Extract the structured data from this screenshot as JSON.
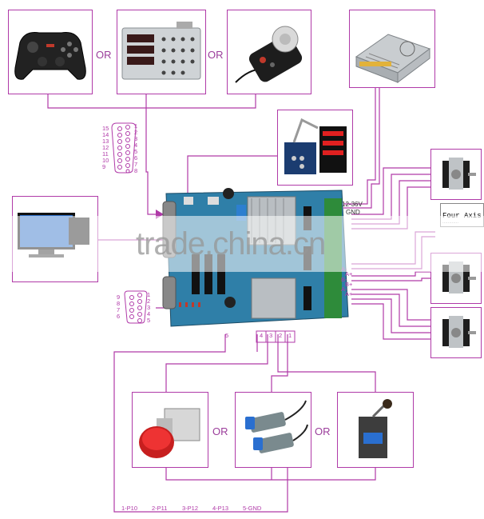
{
  "labels": {
    "or_1": "OR",
    "or_2": "OR",
    "or_3": "OR",
    "or_4": "OR",
    "power_voltage": "12-36V",
    "power_gnd": "GND",
    "motor_label_1": "Four Axis",
    "motor_label_2": "............",
    "axis_signal_1": "A-",
    "axis_signal_2": "A+",
    "axis_signal_3": "B-",
    "axis_signal_4": "B+",
    "axis_signal_5": "A-",
    "axis_signal_6": "A+",
    "input_terminal_5": "5",
    "input_terminal_4": "4",
    "input_terminal_3": "3",
    "input_terminal_2": "2",
    "input_terminal_1": "1"
  },
  "db15_pins_left": [
    "15",
    "14",
    "13",
    "12",
    "11",
    "10",
    "9"
  ],
  "db15_pins_right": [
    "1",
    "2",
    "3",
    "4",
    "5",
    "6",
    "7",
    "8"
  ],
  "db9_pins_left": [
    "9",
    "8",
    "7",
    "6"
  ],
  "db9_pins_right": [
    "1",
    "2",
    "3",
    "4",
    "5"
  ],
  "pin_map": [
    "1-P10",
    "2-P11",
    "3-P12",
    "4-P13",
    "5-GND"
  ],
  "watermark": "trade.china.cn",
  "colors": {
    "wire": "#b03aa8",
    "board": "#2f7fa8",
    "accent": "#c0392b"
  }
}
